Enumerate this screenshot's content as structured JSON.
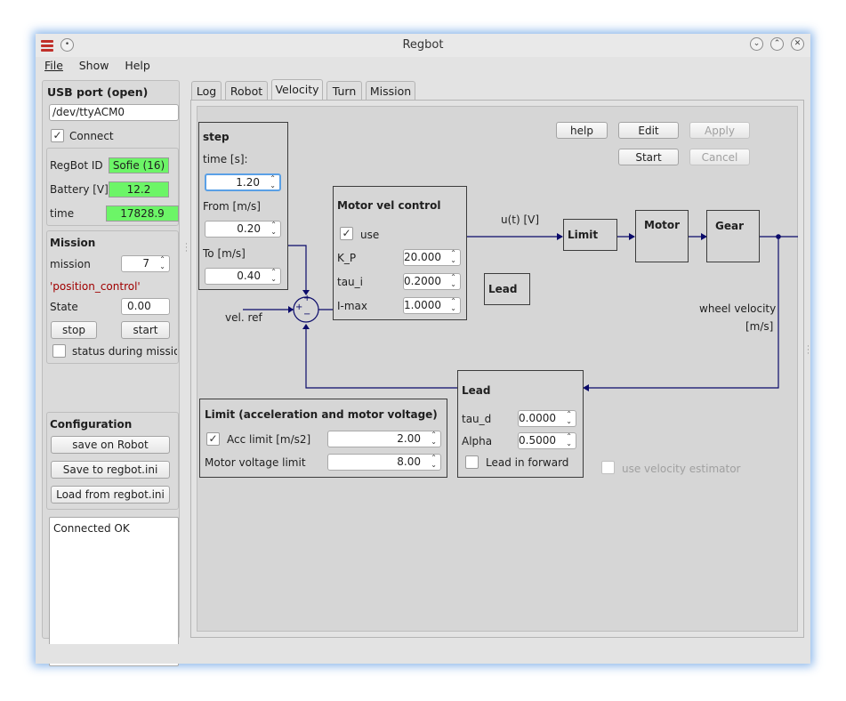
{
  "window": {
    "title": "Regbot"
  },
  "menu": {
    "file": "File",
    "show": "Show",
    "help": "Help"
  },
  "left": {
    "usb_title": "USB port (open)",
    "port": "/dev/ttyACM0",
    "connect": "Connect",
    "regbot_id_label": "RegBot ID",
    "regbot_id": "Sofie (16)",
    "battery_label": "Battery [V]",
    "battery": "12.2",
    "time_label": "time",
    "time": "17828.9",
    "mission_title": "Mission",
    "mission_label": "mission",
    "mission_value": "7",
    "mission_name": "'position_control'",
    "state_label": "State",
    "state_value": "0.00",
    "stop": "stop",
    "start": "start",
    "status_during": "status during missior",
    "config_title": "Configuration",
    "save_robot": "save on Robot",
    "save_ini": "Save to regbot.ini",
    "load_ini": "Load from regbot.ini",
    "log_text": "Connected OK"
  },
  "tabs": [
    "Log",
    "Robot",
    "Velocity",
    "Turn",
    "Mission"
  ],
  "velocity": {
    "help": "help",
    "edit": "Edit",
    "apply": "Apply",
    "start": "Start",
    "cancel": "Cancel",
    "step": {
      "title": "step",
      "time_label": "time [s]:",
      "time": "1.20",
      "from_label": "From [m/s]",
      "from": "0.20",
      "to_label": "To [m/s]",
      "to": "0.40"
    },
    "motor": {
      "title": "Motor vel control",
      "use": "use",
      "kp_label": "K_P",
      "kp": "20.000",
      "taui_label": "tau_i",
      "taui": "0.2000",
      "imax_label": "I-max",
      "imax": "1.0000"
    },
    "lead_small": "Lead",
    "ut_label": "u(t) [V]",
    "limit_block": "Limit",
    "motor_block": "Motor",
    "gear_block": "Gear",
    "vel_ref": "vel. ref",
    "plus": "+",
    "minus": "−",
    "wheel_velocity": "wheel velocity",
    "wheel_unit": "[m/s]",
    "lead": {
      "title": "Lead",
      "taud_label": "tau_d",
      "taud": "0.0000",
      "alpha_label": "Alpha",
      "alpha": "0.5000",
      "forward": "Lead in forward"
    },
    "limit": {
      "title": "Limit (acceleration and motor voltage)",
      "acc_label": "Acc limit [m/s2]",
      "acc": "2.00",
      "volt_label": "Motor voltage limit",
      "volt": "8.00"
    },
    "use_estimator": "use velocity estimator"
  },
  "colors": {
    "line": "#0b0b6a",
    "green": "#6cf567",
    "dark_red": "#a00000"
  }
}
